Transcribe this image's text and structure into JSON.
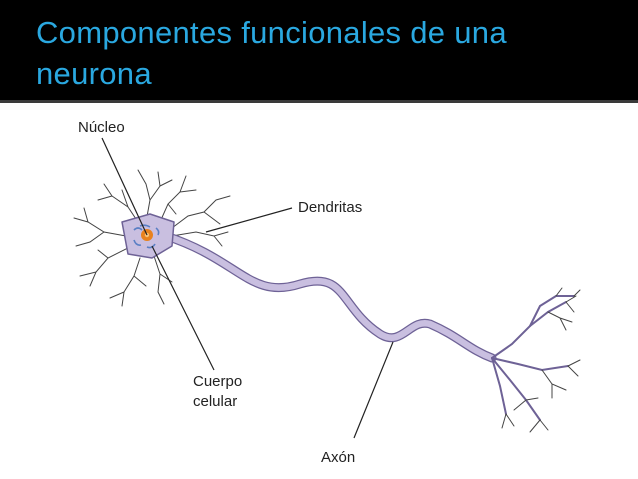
{
  "slide": {
    "title": "Componentes funcionales de una neurona"
  },
  "diagram": {
    "labels": {
      "nucleus": "Núcleo",
      "dendrites": "Dendritas",
      "cell_body_line1": "Cuerpo",
      "cell_body_line2": "celular",
      "axon": "Axón"
    }
  },
  "colors": {
    "title_bar": "#000000",
    "title_text": "#2aa8e0",
    "axon_fill": "#c9bfe0",
    "axon_outline": "#6e6296",
    "nucleus": "#e8821e",
    "organelles": "#5a7fc4",
    "branches": "#444444"
  }
}
